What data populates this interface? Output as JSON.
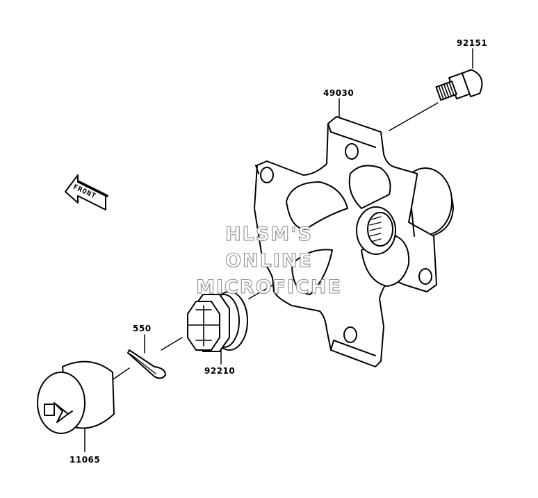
{
  "parts": {
    "bolt": "92151",
    "hub": "49030",
    "nut": "92210",
    "cotter_pin": "550",
    "cap": "11065"
  },
  "front_arrow": {
    "label": "FRONT",
    "icon": "front-arrow-icon"
  },
  "watermark": {
    "line1": "HLSM'S",
    "line2": "ONLINE",
    "line3": "MICROFICHE"
  },
  "colors": {
    "line": "#000000",
    "watermark_outline": "#8e8e8e",
    "background": "#ffffff"
  }
}
